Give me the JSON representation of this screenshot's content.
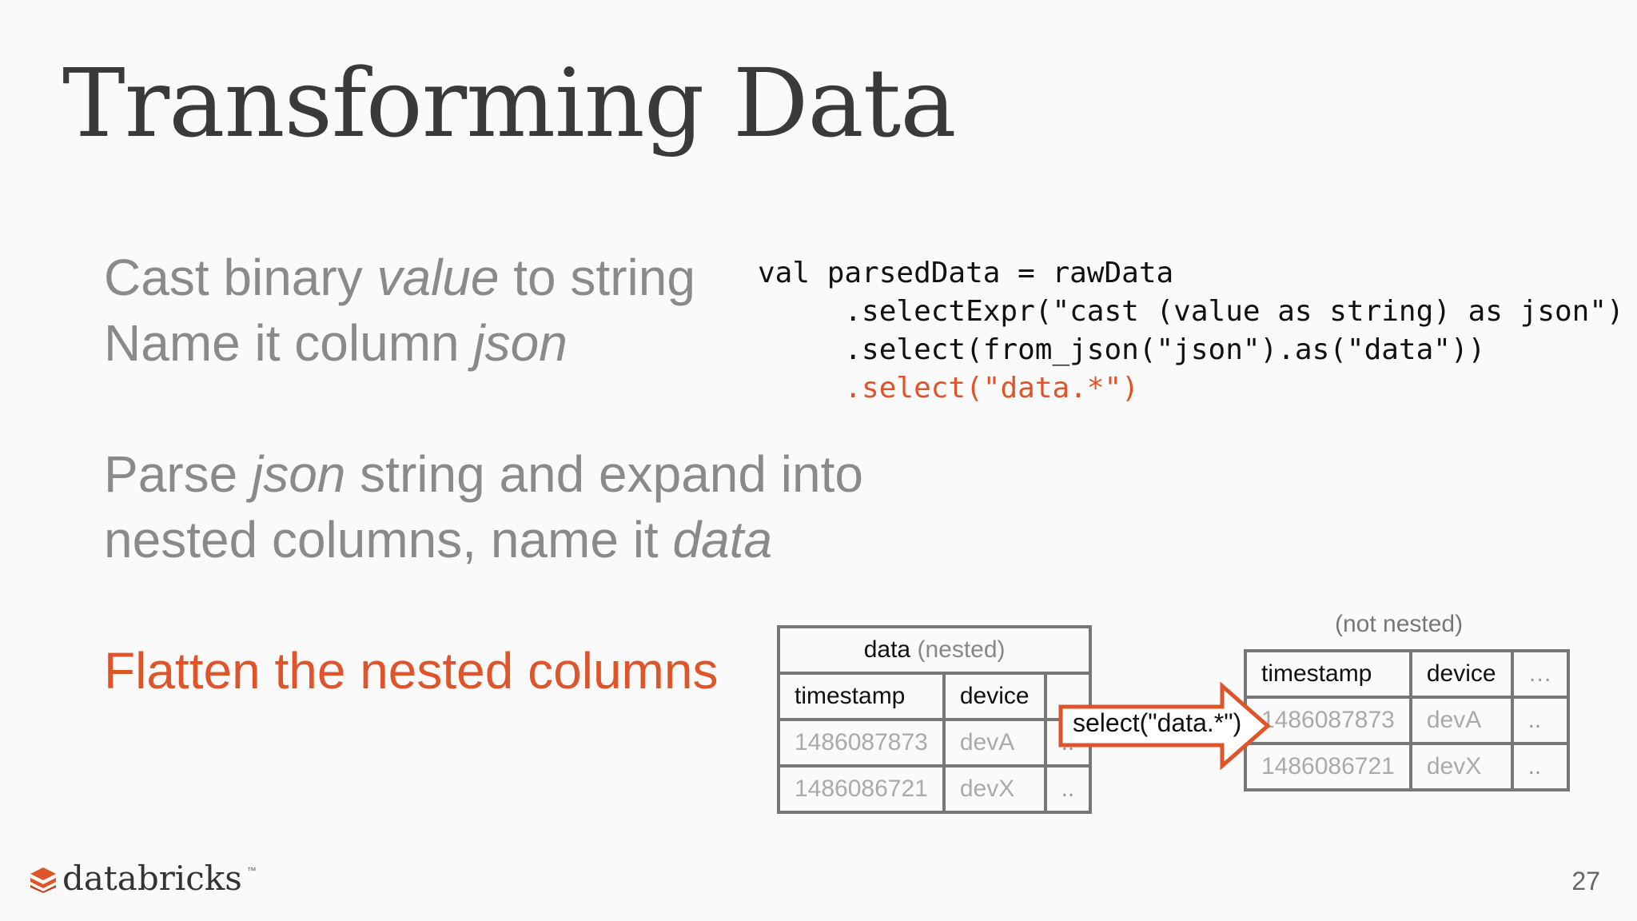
{
  "slide": {
    "title": "Transforming Data",
    "page_number": "27"
  },
  "bullets": {
    "b1": {
      "line1_pre": "Cast binary ",
      "line1_em": "value",
      "line1_post": " to string",
      "line2_pre": "Name it column ",
      "line2_em": "json"
    },
    "b2": {
      "line1_pre": "Parse ",
      "line1_em": "json",
      "line1_post": " string and expand into",
      "line2_pre": "nested columns, name it ",
      "line2_em": "data"
    },
    "b3": {
      "line1": "Flatten the nested columns"
    }
  },
  "code": {
    "line1": "val parsedData = rawData",
    "line2": "     .selectExpr(\"cast (value as string) as json\")",
    "line3": "     .select(from_json(\"json\").as(\"data\"))",
    "line4_pre": "     ",
    "line4_hl": ".select(\"data.*\")"
  },
  "nested_table": {
    "caption": "data",
    "caption_note": "(nested)",
    "headers": [
      "timestamp",
      "device"
    ],
    "rows": [
      [
        "1486087873",
        "devA"
      ],
      [
        "1486086721",
        "devX"
      ]
    ],
    "ellipsis": ".."
  },
  "flat_table": {
    "caption": "(not nested)",
    "headers": [
      "timestamp",
      "device",
      "…"
    ],
    "rows": [
      [
        "1486087873",
        "devA"
      ],
      [
        "1486086721",
        "devX"
      ]
    ],
    "ellipsis": ".."
  },
  "arrow": {
    "label": "select(\"data.*\")",
    "color": "#e0542a"
  },
  "brand": {
    "logo_text": "databricks",
    "logo_icon": "databricks-stack-icon",
    "trademark": "™",
    "accent": "#e0542a"
  }
}
